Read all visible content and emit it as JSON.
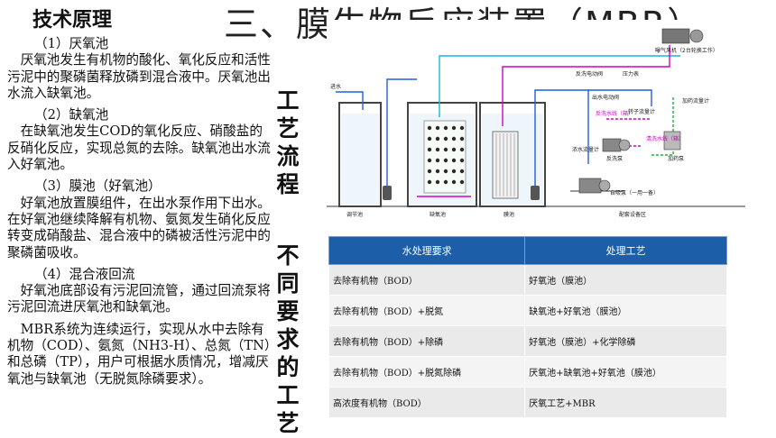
{
  "heading": "技术原理",
  "title": "三、膜生物反应装置（MBR）",
  "paragraphs": [
    {
      "sub": "（1）厌氧池",
      "text": "厌氧池发生有机物的酸化、氧化反应和活性污泥中的聚磷菌释放磷到混合液中。厌氧池出水流入缺氧池。"
    },
    {
      "sub": "（2）缺氧池",
      "text": "在缺氧池发生COD的氧化反应、硝酸盐的反硝化反应，实现总氮的去除。缺氧池出水流入好氧池。"
    },
    {
      "sub": "（3）膜池（好氧池）",
      "text": "好氧池放置膜组件，在出水泵作用下出水。在好氧池继续降解有机物、氨氮发生硝化反应转变成硝酸盐、混合液中的磷被活性污泥中的聚磷菌吸收。"
    },
    {
      "sub": "（4）混合液回流",
      "text": "好氧池底部设有污泥回流管，通过回流泵将污泥回流进厌氧池和缺氧池。"
    },
    {
      "sub": "",
      "text": "MBR系统为连续运行，实现从水中去除有机物（COD）、氨氮（NH3-H）、总氮（TN）和总磷（TP），用户可根据水质情况，增减厌氧池与缺氧池（无脱氮除磷要求）。"
    }
  ],
  "side_label_1": "工艺流程",
  "side_label_2": "不同要求的工艺",
  "diagram": {
    "labels": {
      "inlet": "进水",
      "tank1": "调节池",
      "tank2": "缺氧池",
      "tank3": "膜池",
      "room": "配套设备区",
      "blower": "曝气风机（2台轮换工作）",
      "backwash_valve": "反洗电动阀",
      "pressure_gauge": "压力表",
      "outlet_valve": "出水电动阀",
      "flowmeter": "转子流量计",
      "dosing_flowmeter": "加药流量计",
      "dosing_pump": "加药泵",
      "backwash_line": "反洗水线（箱）",
      "clean_water_line": "清洗水线（箱）",
      "backwash_pump": "反洗泵",
      "suction_pump": "自吸泵（一用一备）",
      "ratio_flowmeter": "浓水流量计"
    }
  },
  "table": {
    "headers": [
      "水处理要求",
      "处理工艺"
    ],
    "rows": [
      [
        "去除有机物（BOD）",
        "好氧池（膜池）"
      ],
      [
        "去除有机物（BOD）+脱氮",
        "缺氧池+好氧池（膜池）"
      ],
      [
        "去除有机物（BOD）+除磷",
        "好氧池（膜池）+化学除磷"
      ],
      [
        "去除有机物（BOD）+脱氮除磷",
        "厌氧池+缺氧池+好氧池（膜池）"
      ],
      [
        "高浓度有机物（BOD）",
        "厌氧工艺+MBR"
      ]
    ]
  },
  "colors": {
    "table_header": "#1c5fa8",
    "pipe_magenta": "#d400c8",
    "pipe_blue": "#1f5fe0",
    "pipe_cyan": "#12b8d8",
    "pipe_green": "#20b040"
  }
}
